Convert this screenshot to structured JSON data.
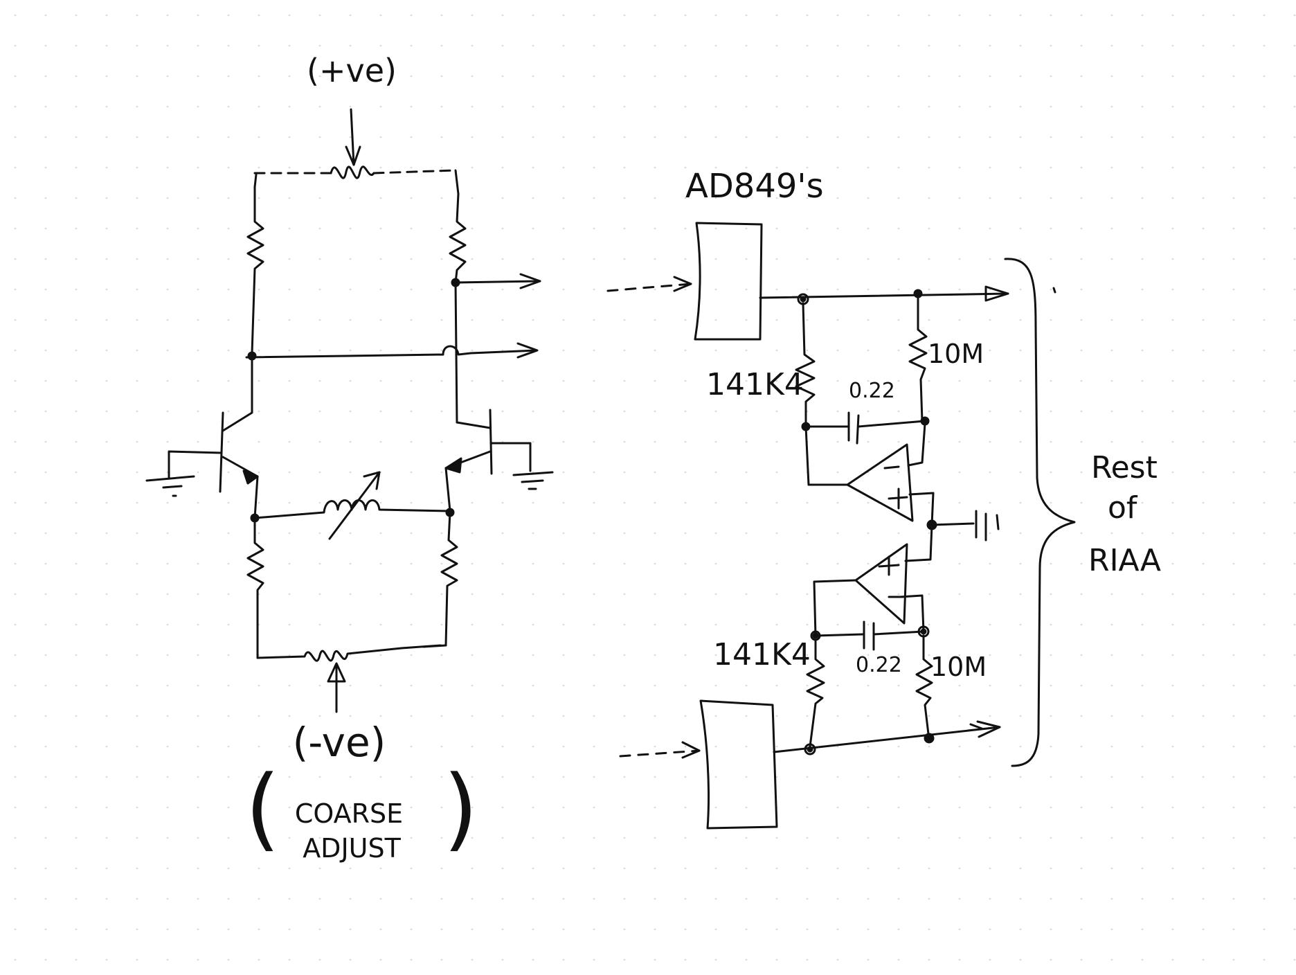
{
  "colors": {
    "ink": "#111111",
    "paper": "#ffffff",
    "dot_grid": "#d8d8d8"
  },
  "labels": {
    "pos_supply": "(+ve)",
    "neg_supply": "(-ve)",
    "coarse_line1": "COARSE",
    "coarse_line2": "ADJUST",
    "amp_label": "AD849's",
    "res_top": "141K4",
    "res_bottom": "141K4",
    "cap_top": "0.22",
    "cap_bottom": "0.22",
    "res_10m_top": "10M",
    "res_10m_bottom": "10M",
    "rest1": "Rest",
    "rest2": "of",
    "rest3": "RIAA"
  }
}
